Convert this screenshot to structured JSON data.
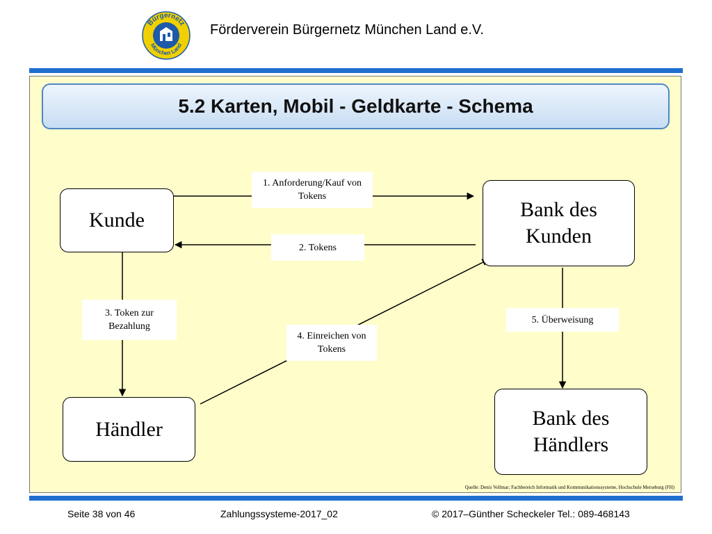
{
  "header": {
    "org_title": "Förderverein Bürgernetz München Land e.V.",
    "logo": {
      "top_text": "Bürgernetz",
      "bottom_text": "München Land",
      "icon": "buergernetz-logo-icon",
      "colors": {
        "ring": "#f0d000",
        "inner": "#1e5aa8",
        "text": "#1e5aa8"
      }
    }
  },
  "slide": {
    "title": "5.2 Karten, Mobil - Geldkarte - Schema",
    "source": "Quelle: Denis Vollmar; Fachbereich Informatik und Kommunikationssysteme, Hochschule Merseburg (FH)"
  },
  "diagram": {
    "nodes": {
      "kunde": "Kunde",
      "bank_kunde": "Bank des Kunden",
      "haendler": "Händler",
      "bank_haendler": "Bank des Händlers"
    },
    "edges": {
      "e1": {
        "label": "1. Anforderung/Kauf von Tokens",
        "from": "Kunde",
        "to": "Bank des Kunden"
      },
      "e2": {
        "label": "2. Tokens",
        "from": "Bank des Kunden",
        "to": "Kunde"
      },
      "e3": {
        "label": "3. Token zur Bezahlung",
        "from": "Kunde",
        "to": "Händler"
      },
      "e4": {
        "label": "4. Einreichen von Tokens",
        "from": "Händler",
        "to": "Bank des Kunden"
      },
      "e5": {
        "label": "5. Überweisung",
        "from": "Bank des Kunden",
        "to": "Bank des Händlers"
      }
    }
  },
  "footer": {
    "page": "Seite 38 von 46",
    "doc": "Zahlungssysteme-2017_02",
    "copyright": "© 2017–Günther Scheckeler Tel.: 089-468143"
  },
  "colors": {
    "accent_rule": "#1f6fcf",
    "panel_bg": "#fffecb",
    "title_border": "#4d86c6"
  }
}
